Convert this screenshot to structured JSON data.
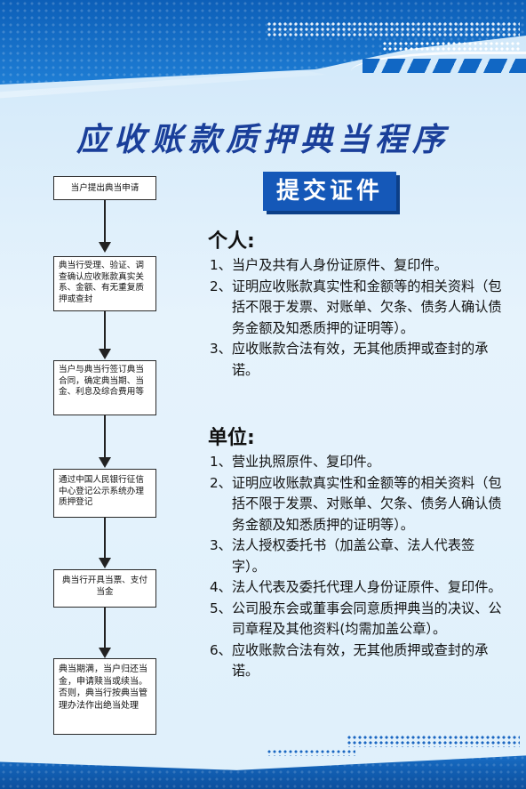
{
  "title": "应收账款质押典当程序",
  "flow": [
    "当户提出典当申请",
    "典当行受理、验证、调查确认应收账款真实关系、金额、有无重复质押或查封",
    "当户与典当行签订典当合同，确定典当期、当金、利息及综合费用等",
    "通过中国人民银行征信中心登记公示系统办理质押登记",
    "典当行开具当票、支付当金",
    "典当期满，当户归还当金，申请赎当或续当。否则，典当行按典当管理办法作出绝当处理"
  ],
  "banner": "提交证件",
  "individual": {
    "title": "个人:",
    "items": [
      {
        "num": "1、",
        "text": "当户及共有人身份证原件、复印件。"
      },
      {
        "num": "2、",
        "text": "证明应收账款真实性和金额等的相关资料（包括不限于发票、对账单、欠条、债务人确认债务金额及知悉质押的证明等）。"
      },
      {
        "num": "3、",
        "text": "应收账款合法有效，无其他质押或查封的承诺。"
      }
    ]
  },
  "company": {
    "title": "单位:",
    "items": [
      {
        "num": "1、",
        "text": "营业执照原件、复印件。"
      },
      {
        "num": "2、",
        "text": "证明应收账款真实性和金额等的相关资料（包括不限于发票、对账单、欠条、债务人确认债务金额及知悉质押的证明等）。"
      },
      {
        "num": "3、",
        "text": "法人授权委托书（加盖公章、法人代表签字）。"
      },
      {
        "num": "4、",
        "text": "法人代表及委托代理人身份证原件、复印件。"
      },
      {
        "num": "5、",
        "text": "公司股东会或董事会同意质押典当的决议、公司章程及其他资料(均需加盖公章）。"
      },
      {
        "num": "6、",
        "text": "应收账款合法有效，无其他质押或查封的承诺。"
      }
    ]
  },
  "colors": {
    "title": "#1a3f9a",
    "banner_bg": "#1558b8",
    "header_blue": "#0d5fb8"
  }
}
